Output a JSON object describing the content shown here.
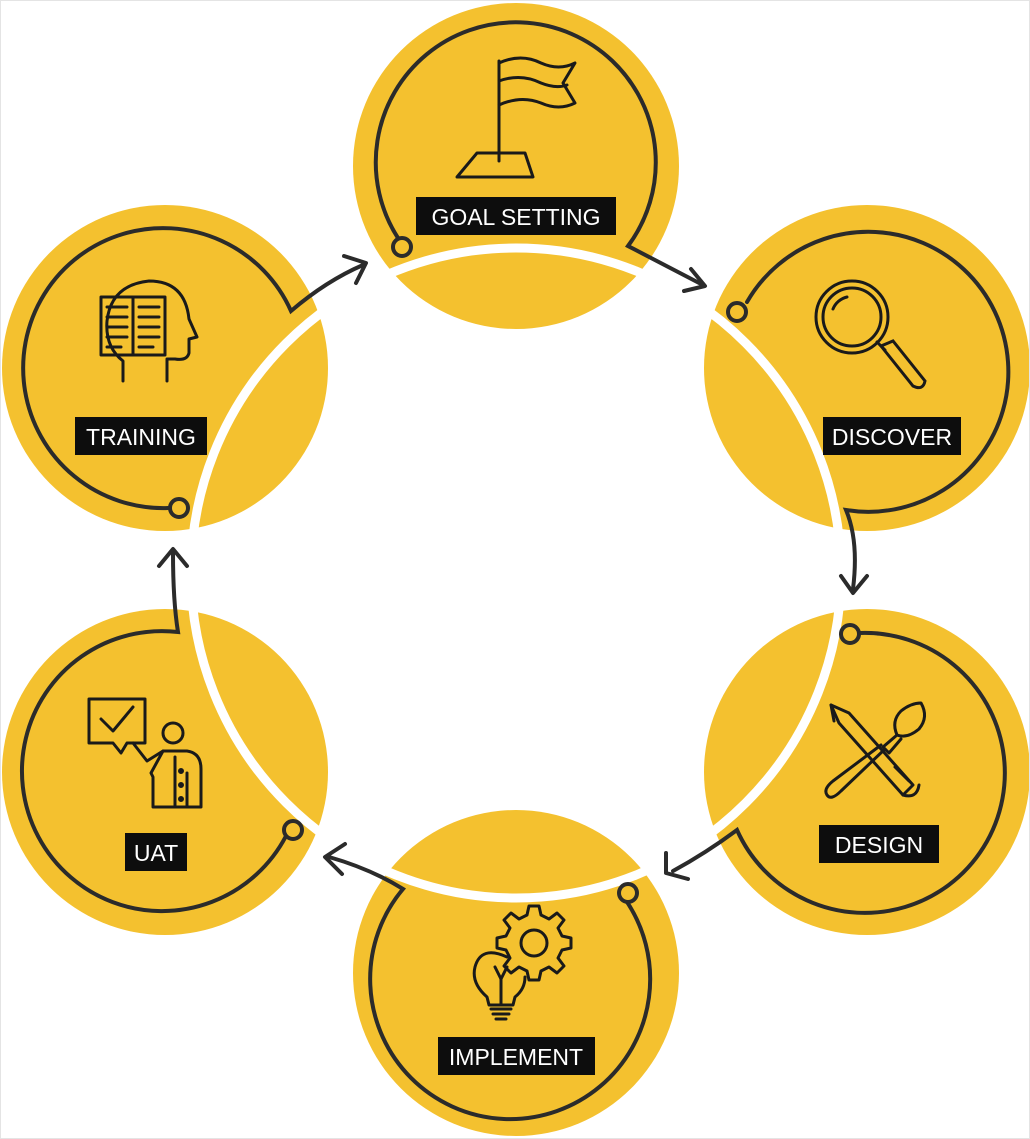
{
  "diagram": {
    "colors": {
      "circle_fill": "#F4C12F",
      "line": "#2B2B2B",
      "label_bg": "#0D0D0D",
      "label_text": "#FFFFFF",
      "background": "#FFFFFF"
    },
    "steps": [
      {
        "id": "goal-setting",
        "label": "GOAL SETTING",
        "icon": "flag-icon"
      },
      {
        "id": "discover",
        "label": "DISCOVER",
        "icon": "magnifier-icon"
      },
      {
        "id": "design",
        "label": "DESIGN",
        "icon": "pencil-brush-icon"
      },
      {
        "id": "implement",
        "label": "IMPLEMENT",
        "icon": "gear-lightbulb-icon"
      },
      {
        "id": "uat",
        "label": "UAT",
        "icon": "presenter-checkbox-icon"
      },
      {
        "id": "training",
        "label": "TRAINING",
        "icon": "head-book-icon"
      }
    ],
    "flow": [
      {
        "from": "goal-setting",
        "to": "discover"
      },
      {
        "from": "discover",
        "to": "design"
      },
      {
        "from": "design",
        "to": "implement"
      },
      {
        "from": "implement",
        "to": "uat"
      },
      {
        "from": "uat",
        "to": "training"
      },
      {
        "from": "training",
        "to": "goal-setting"
      }
    ]
  }
}
